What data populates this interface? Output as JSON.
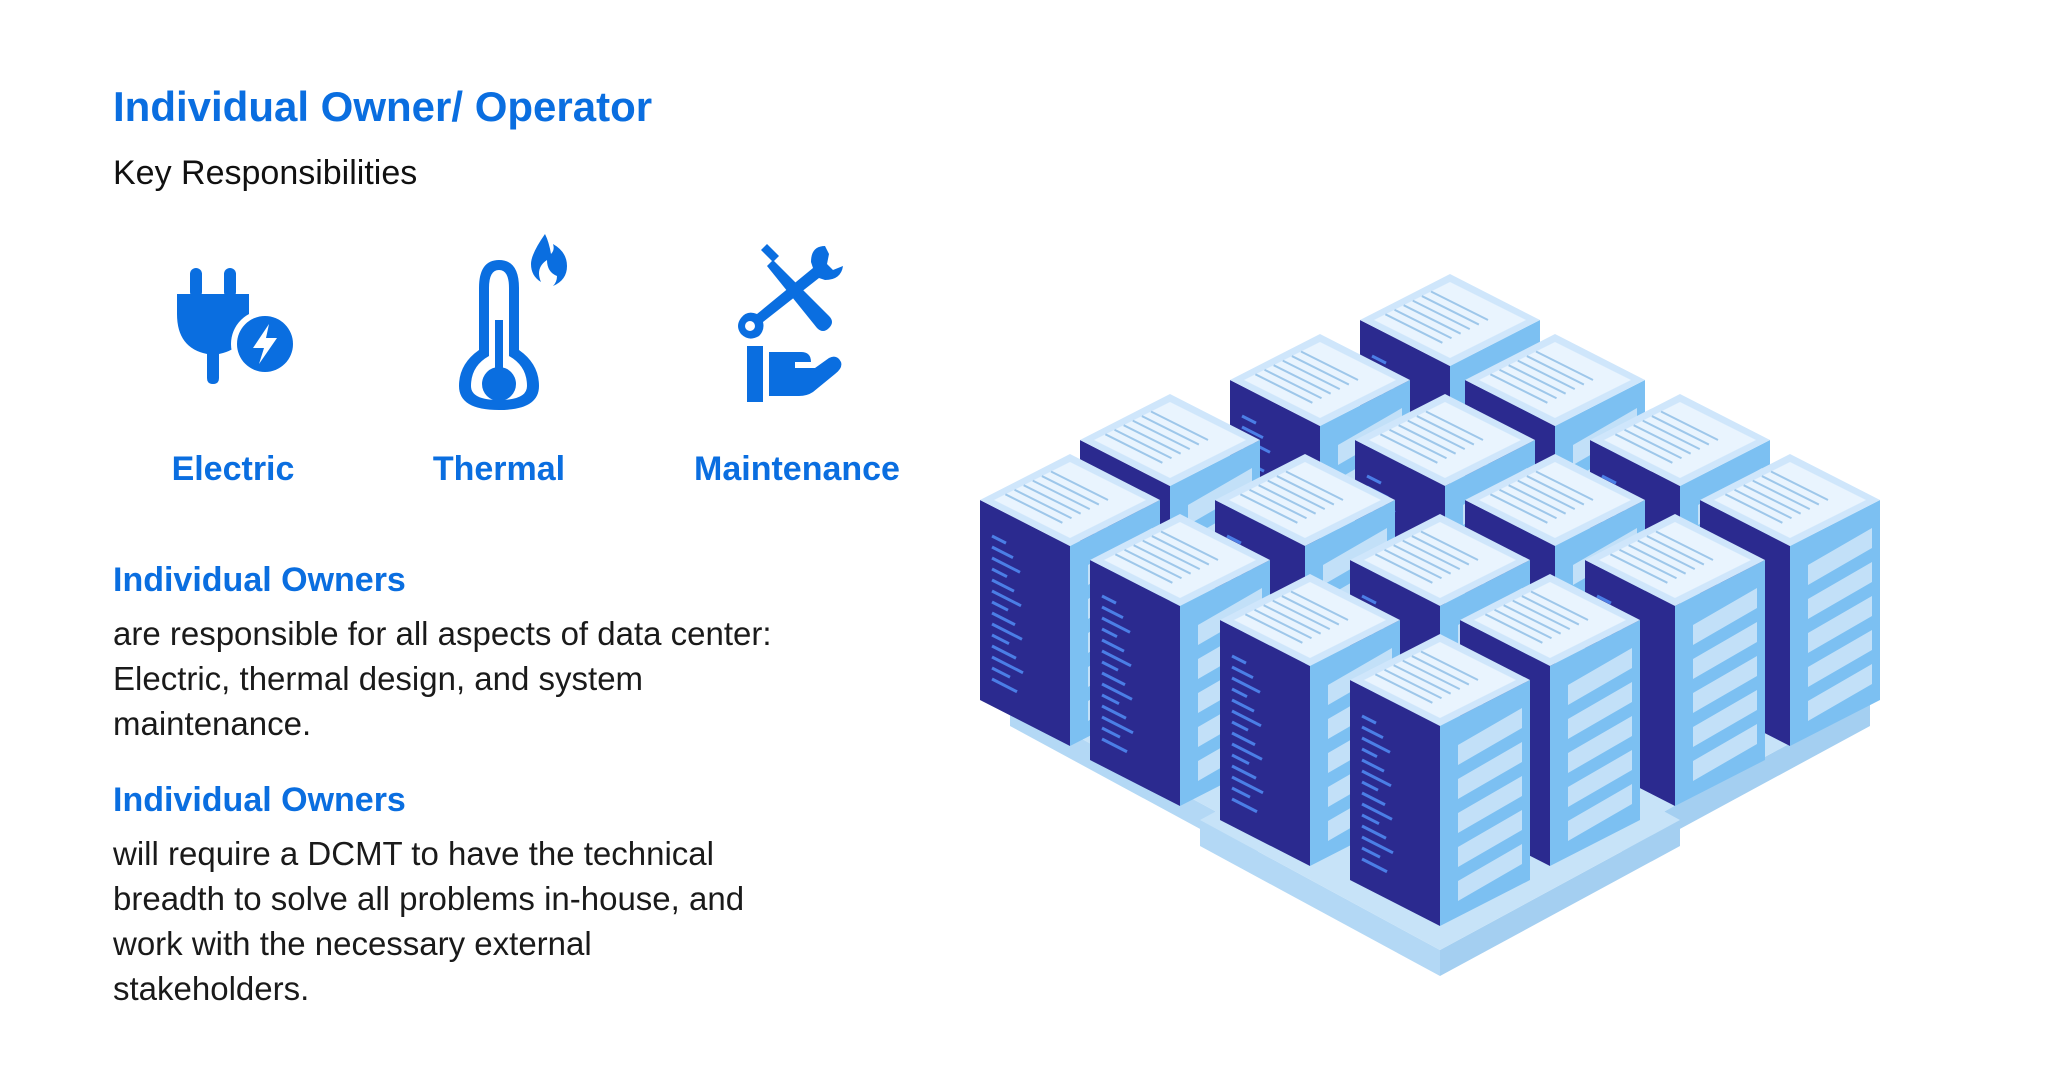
{
  "header": {
    "title": "Individual Owner/ Operator",
    "subtitle": "Key Responsibilities"
  },
  "responsibilities": [
    {
      "label": "Electric",
      "icon": "electric-plug-icon"
    },
    {
      "label": "Thermal",
      "icon": "thermometer-flame-icon"
    },
    {
      "label": "Maintenance",
      "icon": "tools-hand-icon"
    }
  ],
  "sections": [
    {
      "heading": "Individual Owners",
      "body": "are responsible for all aspects of data center: Electric, thermal design, and system maintenance."
    },
    {
      "heading": "Individual Owners",
      "body": "will require a DCMT to have the technical breadth to solve all problems in-house, and work with the necessary external stakeholders."
    }
  ],
  "colors": {
    "accent": "#0a6ee0",
    "text": "#1a1a1a",
    "server_front": "#2b2a8f",
    "server_side": "#7cc0f2",
    "server_top": "#cfe6fb",
    "platform": "#c7e3f8"
  },
  "illustration": {
    "icon": "server-racks-isometric-illustration"
  }
}
